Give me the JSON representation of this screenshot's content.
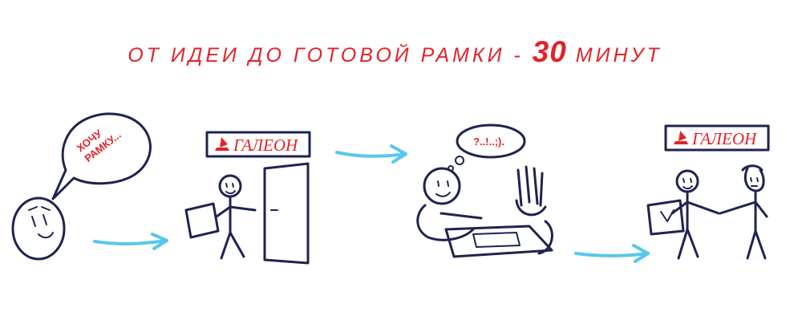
{
  "title": {
    "lead": "ОТ ИДЕИ ДО ГОТОВОЙ РАМКИ - ",
    "number": "30",
    "tail": " МИНУТ"
  },
  "speech_bubble": {
    "line1": "ХОЧУ",
    "line2": "РАМКУ..."
  },
  "thought_bubble": {
    "text": "?..!..;)."
  },
  "shop_sign": {
    "name": "ГАЛЕОН"
  },
  "colors": {
    "title_red": "#e2232a",
    "ink_navy": "#1f2350",
    "arrow_blue": "#59c7ea"
  },
  "icons": [
    "speech-bubble-icon",
    "thought-bubble-icon",
    "ship-logo-icon",
    "arrow-icon"
  ]
}
